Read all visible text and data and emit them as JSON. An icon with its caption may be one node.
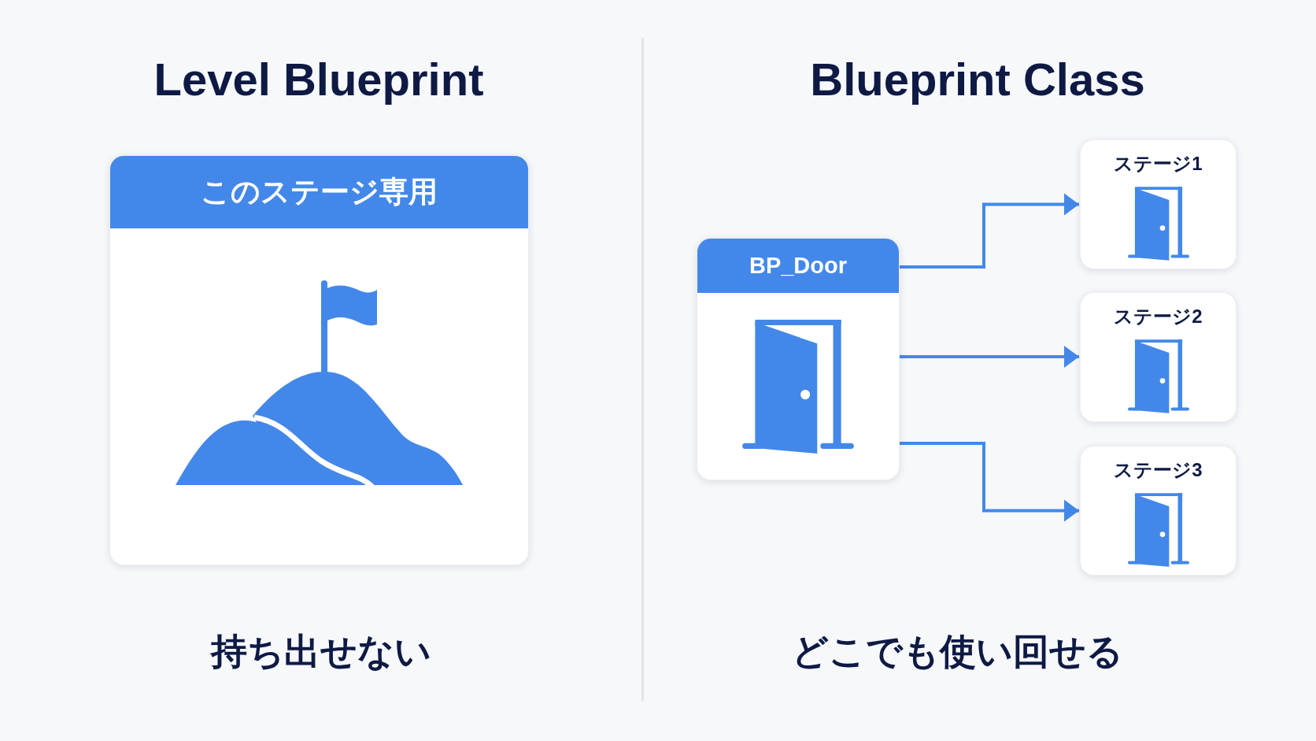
{
  "diagram": {
    "nodes": [
      {
        "text": [
          "このステージ専用"
        ]
      },
      {
        "text": [
          "BP_Door"
        ]
      },
      {
        "text": [
          "ステージ1"
        ]
      },
      {
        "text": [
          "ステージ2"
        ]
      },
      {
        "text": [
          "ステージ3"
        ]
      }
    ],
    "edges": [
      {
        "from": 1,
        "to": 2,
        "arrow": "to"
      },
      {
        "from": 1,
        "to": 3,
        "arrow": "to"
      },
      {
        "from": 1,
        "to": 4,
        "arrow": "to"
      }
    ],
    "labels": [
      "Level Blueprint",
      "Blueprint Class",
      "持ち出せない",
      "どこでも使い回せる"
    ]
  }
}
